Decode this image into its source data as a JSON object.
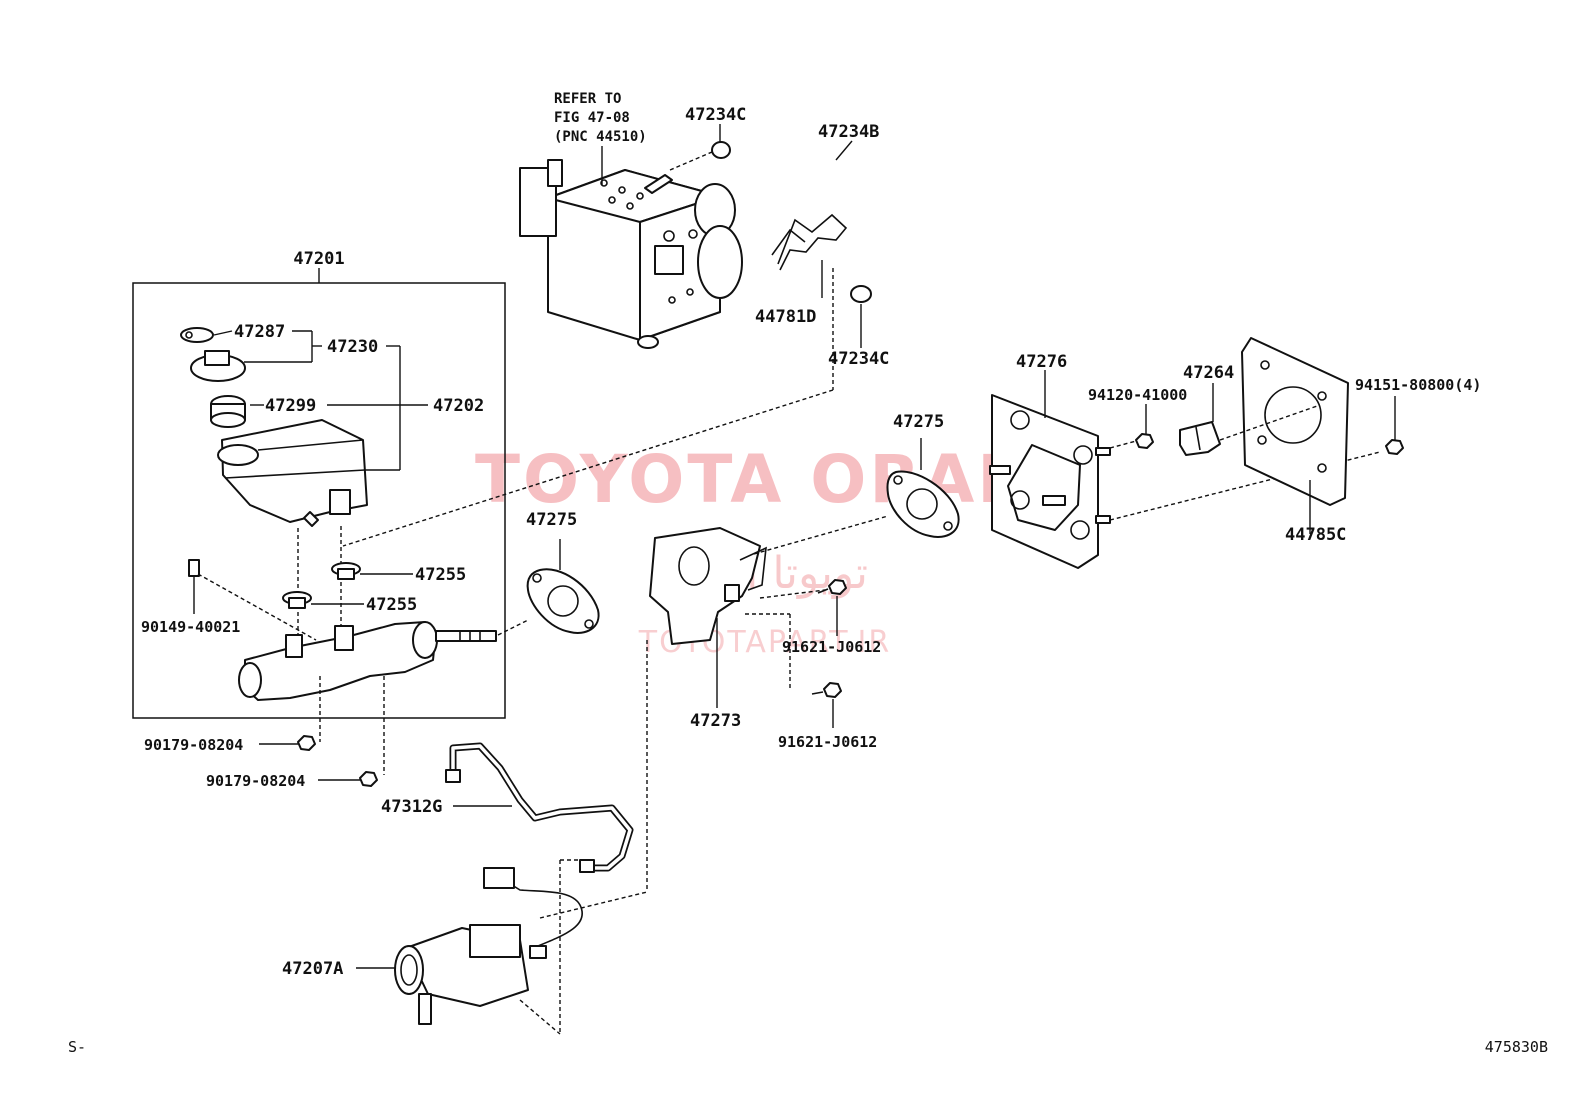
{
  "refer_note": {
    "line1": "REFER TO",
    "line2": "FIG 47-08",
    "line3": "(PNC 44510)"
  },
  "labels": {
    "p47234C_top": "47234C",
    "p47234B": "47234B",
    "p44781D": "44781D",
    "p47234C_bottom": "47234C",
    "p47201": "47201",
    "p47287": "47287",
    "p47230": "47230",
    "p47299": "47299",
    "p47202": "47202",
    "p47255_a": "47255",
    "p47255_b": "47255",
    "p90149": "90149-40021",
    "p90179_a": "90179-08204",
    "p90179_b": "90179-08204",
    "p47312G": "47312G",
    "p47207A": "47207A",
    "p47275_left": "47275",
    "p47275_right": "47275",
    "p47273": "47273",
    "p91621_a": "91621-J0612",
    "p91621_b": "91621-J0612",
    "p47276": "47276",
    "p94120": "94120-41000",
    "p47264": "47264",
    "p94151": "94151-80800(4)",
    "p44785C": "44785C"
  },
  "watermark": {
    "brand": "TOYOTA ORANG",
    "arabic": "تویوتا اورنگ",
    "url": "TOYOTAPART.IR"
  },
  "corner_left": "S-",
  "figure_code": "475830B"
}
